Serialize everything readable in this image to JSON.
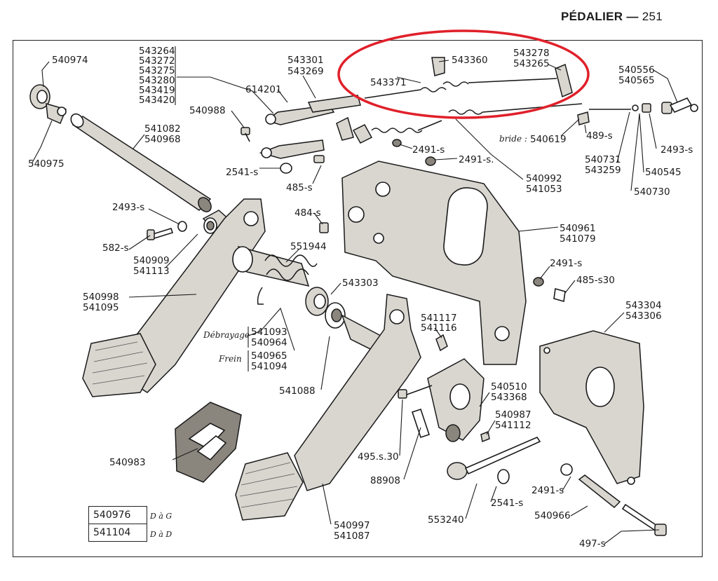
{
  "header": {
    "title": "PÉDALIER",
    "dash": "—",
    "page": "251"
  },
  "labels": {
    "p540974": "540974",
    "p540975": "540975",
    "stack543": [
      "543264",
      "543272",
      "543275",
      "543280",
      "543419",
      "543420"
    ],
    "p543301": "543301",
    "p543269": "543269",
    "p614201": "614201",
    "p540988": "540988",
    "p543371": "543371",
    "p543360": "543360",
    "p543278": "543278",
    "p543265": "543265",
    "p540556": "540556",
    "p540565": "540565",
    "p541082": "541082",
    "p540968": "540968",
    "p2491s_a": "2491-s",
    "p2491s_b": "2491-s.",
    "p2541s": "2541-s",
    "p485s": "485-s",
    "bride": "bride :",
    "p540619": "540619",
    "p489s": "489-s",
    "p2493s_r": "2493-s",
    "p540731": "540731",
    "p543259": "543259",
    "p540545": "540545",
    "p540730": "540730",
    "p540992": "540992",
    "p541053": "541053",
    "p2493s_l": "2493-s",
    "p484s": "484-s",
    "p582s": "582-s",
    "p540961": "540961",
    "p541079": "541079",
    "p540909": "540909",
    "p541113": "541113",
    "p551944": "551944",
    "p2491s_c": "2491-s",
    "p485s330": "485-s30",
    "p543303": "543303",
    "p540998": "540998",
    "p541095": "541095",
    "p543304": "543304",
    "p543306": "543306",
    "p541117": "541117",
    "p541116": "541116",
    "debrayage": "Débrayage",
    "p541093": "541093",
    "p540964": "540964",
    "frein": "Frein",
    "p540965": "540965",
    "p541094": "541094",
    "p541088": "541088",
    "p540510": "540510",
    "p543368": "543368",
    "p540987": "540987",
    "p541112": "541112",
    "p540983": "540983",
    "p495s30": "495.s.30",
    "p88908": "88908",
    "p2491s_d": "2491-s",
    "p2541s_b": "2541-s",
    "p553240": "553240",
    "p540966": "540966",
    "p540997": "540997",
    "p541087": "541087",
    "p497s": "497-s"
  },
  "legend": {
    "rows": [
      {
        "part": "540976",
        "note": "D à G"
      },
      {
        "part": "541104",
        "note": "D à D"
      }
    ]
  },
  "highlight_color": "#e0202a"
}
